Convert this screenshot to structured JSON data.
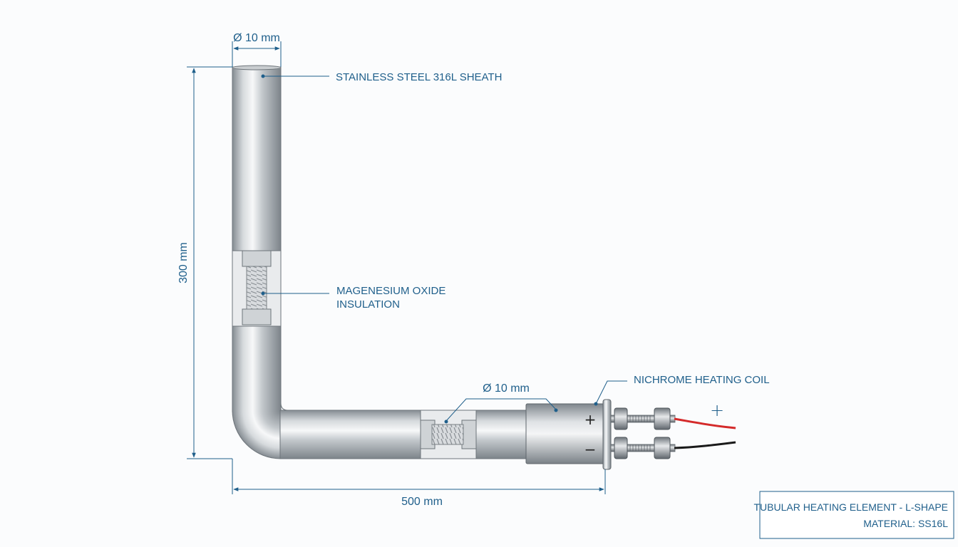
{
  "dimensions": {
    "top_diameter": "Ø 10 mm",
    "bottom_diameter": "Ø 10 mm",
    "height": "300 mm",
    "length": "500 mm"
  },
  "callouts": {
    "sheath": "STAINLESS STEEL 316L SHEATH",
    "insulation_line1": "MAGENESIUM OXIDE",
    "insulation_line2": "INSULATION",
    "coil": "NICHROME HEATING COIL"
  },
  "terminals": {
    "plus": "+",
    "minus": "−",
    "polarity": "+"
  },
  "title_block": {
    "line1": "TUBULAR HEATING ELEMENT - L-SHAPE",
    "line2": "MATERIAL: SS16L"
  },
  "colors": {
    "annotation": "#1f5f8b",
    "wire_positive": "#d42a2a",
    "wire_negative": "#1a1a1a"
  }
}
